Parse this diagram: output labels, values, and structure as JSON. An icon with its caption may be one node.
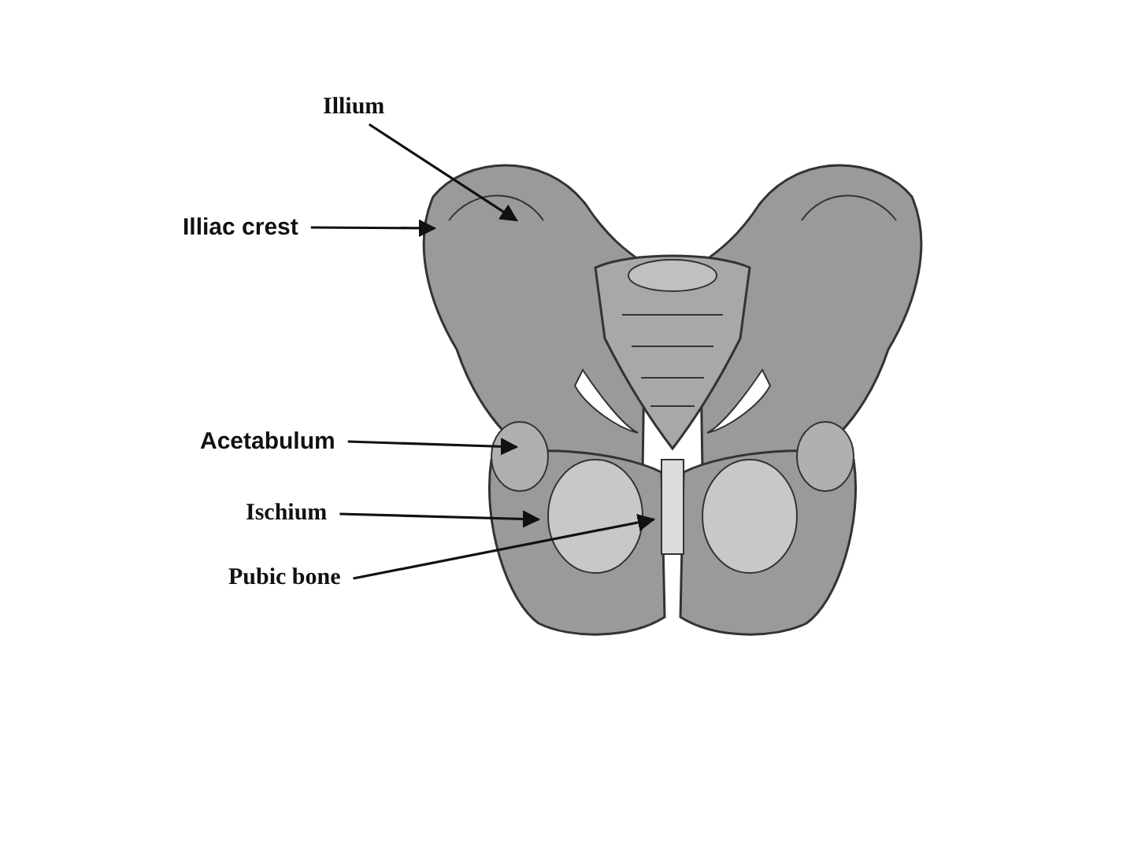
{
  "diagram": {
    "nodes": [
      {
        "text": [
          "Illium"
        ]
      },
      {
        "text": [
          "Illiac crest"
        ]
      },
      {
        "text": [
          "Acetabulum"
        ]
      },
      {
        "text": [
          "Ischium"
        ]
      },
      {
        "text": [
          "Pubic bone"
        ]
      }
    ],
    "edges": [
      {
        "from": 0,
        "to": null,
        "arrow": "to"
      },
      {
        "from": 1,
        "to": null,
        "arrow": "to"
      },
      {
        "from": 2,
        "to": null,
        "arrow": "to"
      },
      {
        "from": 3,
        "to": null,
        "arrow": "to"
      },
      {
        "from": 4,
        "to": null,
        "arrow": "to"
      }
    ]
  }
}
